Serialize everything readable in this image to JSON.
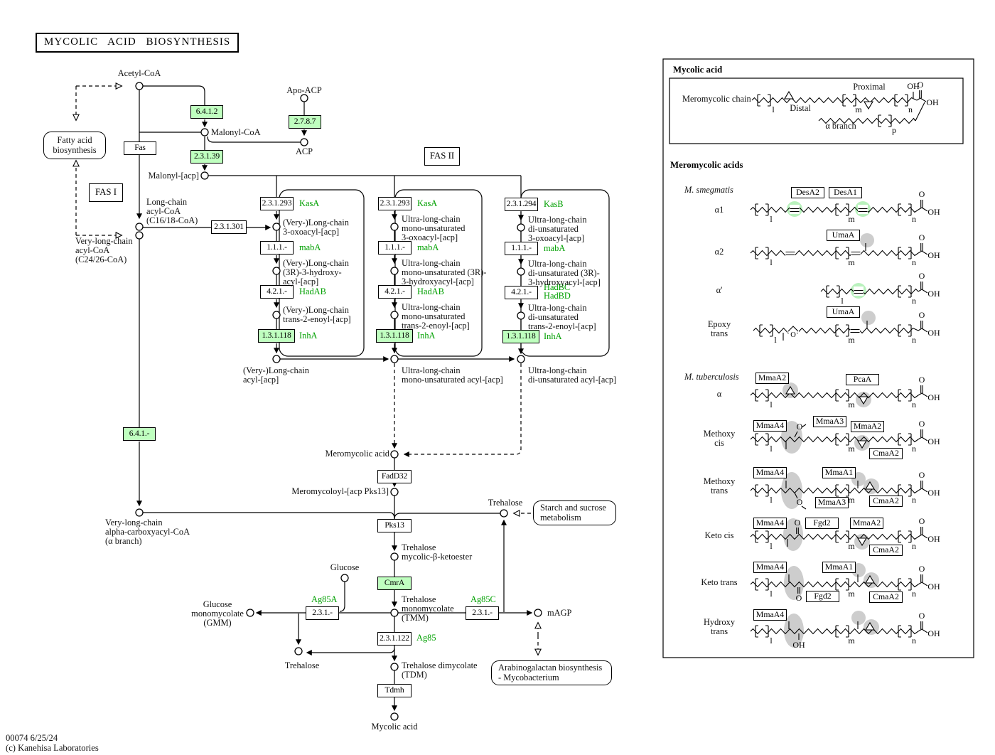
{
  "title": "MYCOLIC  ACID  BIOSYNTHESIS",
  "footer": [
    "00074 6/25/24",
    "(c) Kanehisa Laboratories"
  ],
  "colors": {
    "enzyme_box_green": "#bfffbf",
    "gene_text_green": "#00a000",
    "highlight_green": "#b9f1bd",
    "highlight_gray": "#cdcdcd"
  },
  "section_labels": {
    "fas1": "FAS I",
    "fas2": "FAS II"
  },
  "pathway_links": {
    "fatty_acid": [
      "Fatty acid",
      "biosynthesis"
    ],
    "starch": [
      "Starch and sucrose",
      "metabolism"
    ],
    "arabinogalactan": [
      "Arabinogalactan biosynthesis",
      "- Mycobacterium"
    ]
  },
  "compounds": {
    "acetyl_coa": "Acetyl-CoA",
    "apo_acp": "Apo-ACP",
    "acp": "ACP",
    "malonyl_coa": "Malonyl-CoA",
    "malonyl_acp": "Malonyl-[acp]",
    "long_chain": [
      "Long-chain",
      "acyl-CoA",
      "(C16/18-CoA)"
    ],
    "very_long_chain": [
      "Very-long-chain",
      "acyl-CoA",
      "(C24/26-CoA)"
    ],
    "vlc_alpha": [
      "Very-long-chain",
      "alpha-carboxyacyl-CoA",
      "(α branch)"
    ],
    "col1_oxo": [
      "(Very-)Long-chain",
      "3-oxoacyl-[acp]"
    ],
    "col1_hydroxy": [
      "(Very-)Long-chain",
      "(3R)-3-hydroxy-",
      "acyl-[acp]"
    ],
    "col1_enoyl": [
      "(Very-)Long-chain",
      "trans-2-enoyl-[acp]"
    ],
    "col1_out": [
      "(Very-)Long-chain",
      "acyl-[acp]"
    ],
    "col2_oxo": [
      "Ultra-long-chain",
      "mono-unsaturated",
      "3-oxoacyl-[acp]"
    ],
    "col2_hydroxy": [
      "Ultra-long-chain",
      "mono-unsaturated (3R)-",
      "3-hydroxyacyl-[acp]"
    ],
    "col2_enoyl": [
      "Ultra-long-chain",
      "mono-unsaturated",
      "trans-2-enoyl-[acp]"
    ],
    "col2_out": [
      "Ultra-long-chain",
      "mono-unsaturated acyl-[acp]"
    ],
    "col3_oxo": [
      "Ultra-long-chain",
      "di-unsaturated",
      "3-oxoacyl-[acp]"
    ],
    "col3_hydroxy": [
      "Ultra-long-chain",
      "di-unsaturated (3R)-",
      "3-hydroxyacyl-[acp]"
    ],
    "col3_enoyl": [
      "Ultra-long-chain",
      "di-unsaturated",
      "trans-2-enoyl-[acp]"
    ],
    "col3_out": [
      "Ultra-long-chain",
      "di-unsaturated acyl-[acp]"
    ],
    "meromycolic_acid": "Meromycolic acid",
    "meromycoloyl": "Meromycoloyl-[acp Pks13]",
    "trehalose": "Trehalose",
    "beta_ketoester": [
      "Trehalose",
      "mycolic-β-ketoester"
    ],
    "glucose": "Glucose",
    "tmm": [
      "Trehalose",
      "monomycolate",
      "(TMM)"
    ],
    "gmm": [
      "Glucose",
      "monomycolate",
      "(GMM)"
    ],
    "magp": "mAGP",
    "tdm": [
      "Trehalose dimycolate",
      "(TDM)"
    ],
    "mycolic_acid": "Mycolic acid"
  },
  "enzymes": {
    "e6412": "6.4.1.2",
    "e2787": "2.7.8.7",
    "e23139": "2.3.1.39",
    "fas": "Fas",
    "e231301": "2.3.1.301",
    "e231293": "2.3.1.293",
    "e231294": "2.3.1.294",
    "e111": "1.1.1.-",
    "e421": "4.2.1.-",
    "e131118": "1.3.1.118",
    "e641": "6.4.1.-",
    "fadd32": "FadD32",
    "pks13": "Pks13",
    "cmra": "CmrA",
    "e231": "2.3.1.-",
    "e231122": "2.3.1.122",
    "tdmh": "Tdmh"
  },
  "genes": {
    "kasa": "KasA",
    "kasb": "KasB",
    "maba": "mabA",
    "hadab": "HadAB",
    "hadbc": "HadBC",
    "hadbd": "HadBD",
    "inha": "InhA",
    "ag85a": "Ag85A",
    "ag85c": "Ag85C",
    "ag85": "Ag85"
  },
  "right_panel": {
    "header_mycolic": "Mycolic acid",
    "header_meromycolic": "Meromycolic acids",
    "structure": {
      "chain_label": "Meromycolic chain",
      "proximal": "Proximal",
      "distal": "Distal",
      "alpha_branch": "α branch"
    },
    "species": [
      "M. smegmatis",
      "M. tuberculosis"
    ],
    "symbols": {
      "l": "l",
      "m": "m",
      "n": "n",
      "p": "p",
      "O": "O",
      "OH": "OH"
    },
    "rows": [
      {
        "label": "α1",
        "enzymes": [
          "DesA2",
          "DesA1"
        ]
      },
      {
        "label": "α2",
        "enzymes": [
          "UmaA"
        ]
      },
      {
        "label": "α'",
        "enzymes": []
      },
      {
        "label": "Epoxy trans",
        "enzymes": [
          "UmaA"
        ]
      },
      {
        "label": "α",
        "enzymes": [
          "MmaA2",
          "PcaA"
        ]
      },
      {
        "label": "Methoxy cis",
        "enzymes": [
          "MmaA4",
          "MmaA3",
          "MmaA2",
          "CmaA2"
        ]
      },
      {
        "label": "Methoxy trans",
        "enzymes": [
          "MmaA4",
          "MmaA1",
          "MmaA3",
          "CmaA2"
        ]
      },
      {
        "label": "Keto cis",
        "enzymes": [
          "MmaA4",
          "Fgd2",
          "MmaA2",
          "CmaA2"
        ]
      },
      {
        "label": "Keto trans",
        "enzymes": [
          "MmaA4",
          "MmaA1",
          "Fgd2",
          "CmaA2"
        ]
      },
      {
        "label": "Hydroxy trans",
        "enzymes": [
          "MmaA4"
        ]
      }
    ]
  }
}
